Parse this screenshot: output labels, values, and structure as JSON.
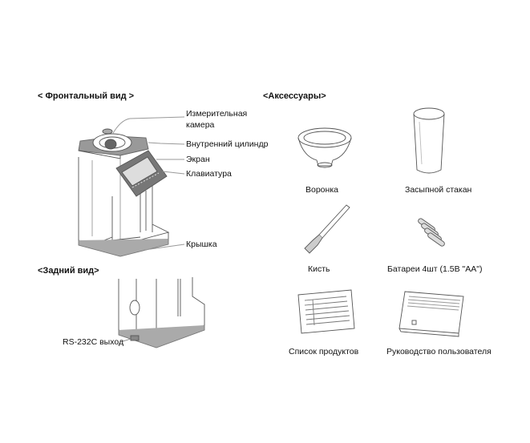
{
  "front_view": {
    "heading": "< Фронтальный вид >",
    "labels": {
      "chamber_line1": "Измерительная",
      "chamber_line2": "камера",
      "inner_cylinder": "Внутренний цилиндр",
      "screen": "Экран",
      "keyboard": "Клавиатура",
      "lid": "Крышка"
    }
  },
  "rear_view": {
    "heading": "<Задний вид>",
    "labels": {
      "rs232": "RS-232C выход"
    }
  },
  "accessories": {
    "heading": "<Аксессуары>",
    "items": [
      {
        "label": "Воронка",
        "icon": "funnel"
      },
      {
        "label": "Засыпной стакан",
        "icon": "cup"
      },
      {
        "label": "Кисть",
        "icon": "brush"
      },
      {
        "label": "Батареи 4шт (1.5В \"AA\")",
        "icon": "batteries"
      },
      {
        "label": "Список продуктов",
        "icon": "product-list"
      },
      {
        "label": "Руководство пользователя",
        "icon": "user-manual"
      }
    ]
  }
}
